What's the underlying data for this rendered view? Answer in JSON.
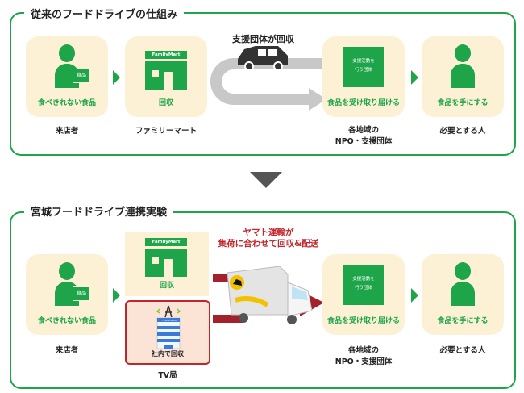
{
  "section1": {
    "title": "従来のフードドライブの仕組み",
    "cards": [
      {
        "text": "食べきれない食品",
        "label": "来店者",
        "badge": "食品"
      },
      {
        "text": "回収",
        "label": "ファミリーマート",
        "sign": "FamilyMart"
      },
      {
        "text": "食品を受け取り届ける",
        "label_line1": "各地域の",
        "label_line2": "NPO・支援団体",
        "box": [
          "支援活動を",
          "行う団体"
        ]
      },
      {
        "text": "食品を手にする",
        "label": "必要とする人"
      }
    ],
    "transport_label": "支援団体が回収"
  },
  "section2": {
    "title": "宮城フードドライブ連携実験",
    "cards": [
      {
        "text": "食べきれない食品",
        "label": "来店者",
        "badge": "食品"
      },
      {
        "text": "回収",
        "sign": "FamilyMart"
      },
      {
        "text": "社内で回収",
        "label": "TV局",
        "sign": "TELEVISION"
      },
      {
        "text": "食品を受け取り届ける",
        "label_line1": "各地域の",
        "label_line2": "NPO・支援団体",
        "box": [
          "支援活動を",
          "行う団体"
        ]
      },
      {
        "text": "食品を手にする",
        "label": "必要とする人"
      }
    ],
    "transport_line1": "ヤマト運輸が",
    "transport_line2": "集荷に合わせて回収&配送"
  },
  "colors": {
    "green": "#1ea54a",
    "card": "#fcf1d4",
    "red": "#c0272d",
    "gray": "#c8c8c8"
  }
}
